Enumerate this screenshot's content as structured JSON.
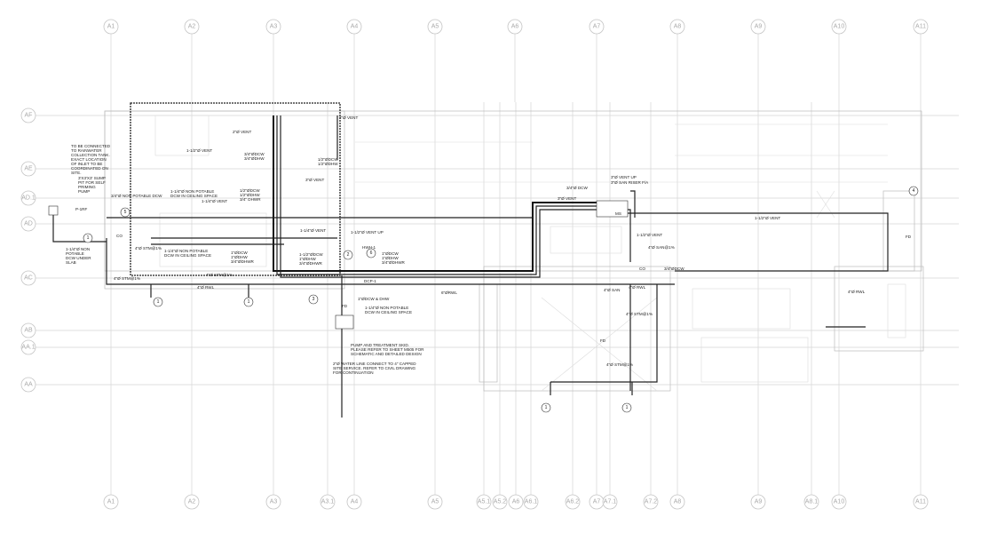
{
  "grid": {
    "columns_top": [
      "A1",
      "A2",
      "A3",
      "A4",
      "A5",
      "A6",
      "A7",
      "A8",
      "A9",
      "A10",
      "A11"
    ],
    "columns_bottom": [
      "A1",
      "A2",
      "A3",
      "A3.1",
      "A4",
      "A5",
      "A5.1",
      "A5.2",
      "A6",
      "A6.1",
      "A6.2",
      "A7",
      "A7.1",
      "A7.2",
      "A8",
      "A9",
      "A8.1",
      "A10",
      "A11"
    ],
    "rows": [
      "AF",
      "AE",
      "AD.1",
      "AD",
      "AC",
      "AB",
      "AA.1",
      "AA"
    ]
  },
  "notes": {
    "rainwater": [
      "TO BE CONNECTED",
      "TO RAINWATER",
      "COLLECTION TANK.",
      "EXACT LOCATION",
      "OF INLET TO BE",
      "COORDINATED ON",
      "SITE."
    ],
    "sump": [
      "3'X3'X3' SUMP",
      "PIT FOR SELF",
      "PRIMING",
      "PUMP"
    ],
    "p1rf": "P-1RF",
    "dcw_under_slab": [
      "1-1/4\"Ø NON",
      "POTABLE",
      "DCW UNDER",
      "SLAB"
    ],
    "pump_skid": [
      "PUMP AND TREATMENT SKID.",
      "PLEASE REFER TO SHEET M505 FOR",
      "SCHEMATIC AND DETAILED DESIGN"
    ],
    "water_line": [
      "2\"Ø WATER LINE CONNECT TO 4\" CAPPED",
      "SITE SERVICE. REFER TO CIVIL DRAWING",
      "FOR CONTINUATION"
    ]
  },
  "labels": {
    "np_dcw_34": "3/4\"Ø NON POTABLE DCW",
    "np_dcw_ceiling_1": [
      "1-1/4\"Ø NON POTABLE",
      "DCW IN CEILING SPACE"
    ],
    "vent_114": "1-1/4\"Ø VENT",
    "dcw_group_1": [
      "1/2\"ØDCW",
      "1/2\"ØDHW",
      "3/4\" DHWR"
    ],
    "vent_112_top": "1-1/2\"Ø VENT",
    "dcw_34": [
      "3/4\"ØDCW",
      "3/4\"ØDHW"
    ],
    "vent_2_top": "2\"Ø VENT",
    "vent_2_right": "2\"Ø VENT",
    "dcw_12": [
      "1/2\"ØDCW",
      "1/2\"ØDHW"
    ],
    "vent_3": "3\"Ø VENT",
    "vent_114_b": "1-1/4\"Ø VENT",
    "np_dcw_ceiling_2": [
      "1-1/4\"Ø NON POTABLE",
      "DCW IN CEILING SPACE"
    ],
    "dcw_group_2": [
      "1\"ØDCW",
      "1\"ØDHW",
      "3/4\"ØDHWR"
    ],
    "dcw_group_3": [
      "1-1/2\"ØDCW",
      "1\"ØDHW",
      "3/4\"ØDHWR"
    ],
    "vent_112_up": "1-1/2\"Ø VENT UP",
    "hwh": "HWH-1",
    "dcp": "DCP-1",
    "dcw_group_4": [
      "1\"ØDCW",
      "1\"ØDHW",
      "3/4\"ØDHWR"
    ],
    "dcw_dhw_1": "1\"ØDCW & DHW",
    "np_dcw_ceiling_3": [
      "1-1/4\"Ø NON POTABLE",
      "DCW IN CEILING SPACE"
    ],
    "rwl_6": "6\"ØRWL",
    "stm_4_a": "4\"Ø STM@1%",
    "stm_4_b": "4\"Ø STM@1%",
    "stm_4_c": "4\"Ø STM@1%",
    "rwl_4_a": "4\"Ø RWL",
    "dcw_34_b": "3/4\"Ø DCW",
    "vent_3_b": "3\"Ø VENT",
    "vent_up_3": "3\"Ø VENT UP",
    "san_riser": "3\"Ø SAN RISER F/A",
    "vent_112_long": "1-1/2\"Ø VENT",
    "vent_112_c": "1-1/2\"Ø VENT",
    "san_4_slope": "4\"Ø SAN@1%",
    "dcw_34_c": "3/4\"ØDCW",
    "san_4": "4\"Ø SAN",
    "rwl_4_b": "4\"Ø RWL",
    "stm_4_d": "4\"Ø STM@1%",
    "stm_4_e": "4\"Ø STM@1%",
    "rwl_4_c": "4\"Ø RWL",
    "fd": "FD",
    "co": "CO",
    "ms": "MS"
  },
  "tags": [
    "1",
    "1",
    "1",
    "1",
    "1",
    "2",
    "3",
    "4",
    "5",
    "6"
  ]
}
